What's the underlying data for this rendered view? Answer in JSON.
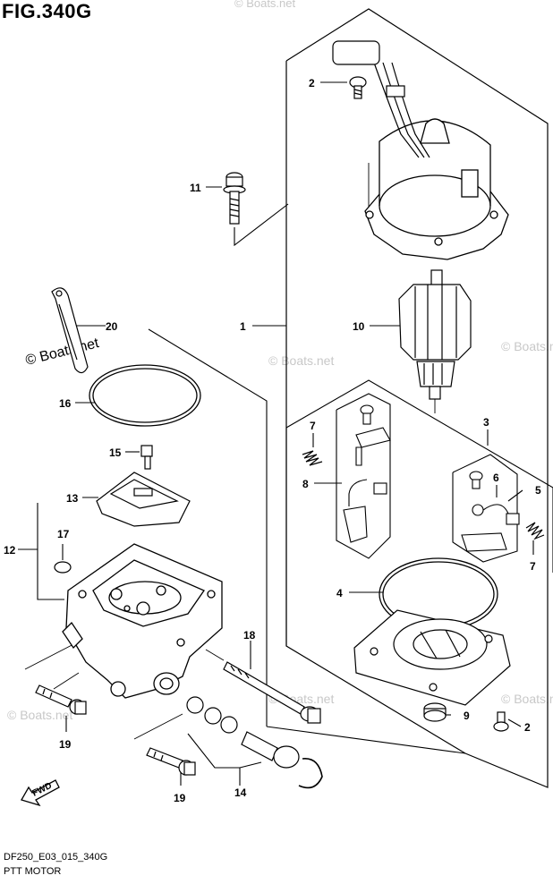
{
  "figure": {
    "title": "FIG.340G",
    "code": "DF250_E03_015_340G",
    "caption": "PTT MOTOR",
    "fwd_label": "FWD"
  },
  "watermarks": {
    "primary": "© Boats.net",
    "faint": "© Boats.net"
  },
  "callouts": [
    {
      "id": "c1",
      "label": "1"
    },
    {
      "id": "c2a",
      "label": "2"
    },
    {
      "id": "c2b",
      "label": "2"
    },
    {
      "id": "c3",
      "label": "3"
    },
    {
      "id": "c4",
      "label": "4"
    },
    {
      "id": "c5",
      "label": "5"
    },
    {
      "id": "c6",
      "label": "6"
    },
    {
      "id": "c7a",
      "label": "7"
    },
    {
      "id": "c7b",
      "label": "7"
    },
    {
      "id": "c8",
      "label": "8"
    },
    {
      "id": "c9",
      "label": "9"
    },
    {
      "id": "c10",
      "label": "10"
    },
    {
      "id": "c11",
      "label": "11"
    },
    {
      "id": "c12",
      "label": "12"
    },
    {
      "id": "c13",
      "label": "13"
    },
    {
      "id": "c14",
      "label": "14"
    },
    {
      "id": "c15",
      "label": "15"
    },
    {
      "id": "c16",
      "label": "16"
    },
    {
      "id": "c17",
      "label": "17"
    },
    {
      "id": "c18",
      "label": "18"
    },
    {
      "id": "c19a",
      "label": "19"
    },
    {
      "id": "c19b",
      "label": "19"
    },
    {
      "id": "c20",
      "label": "20"
    }
  ]
}
